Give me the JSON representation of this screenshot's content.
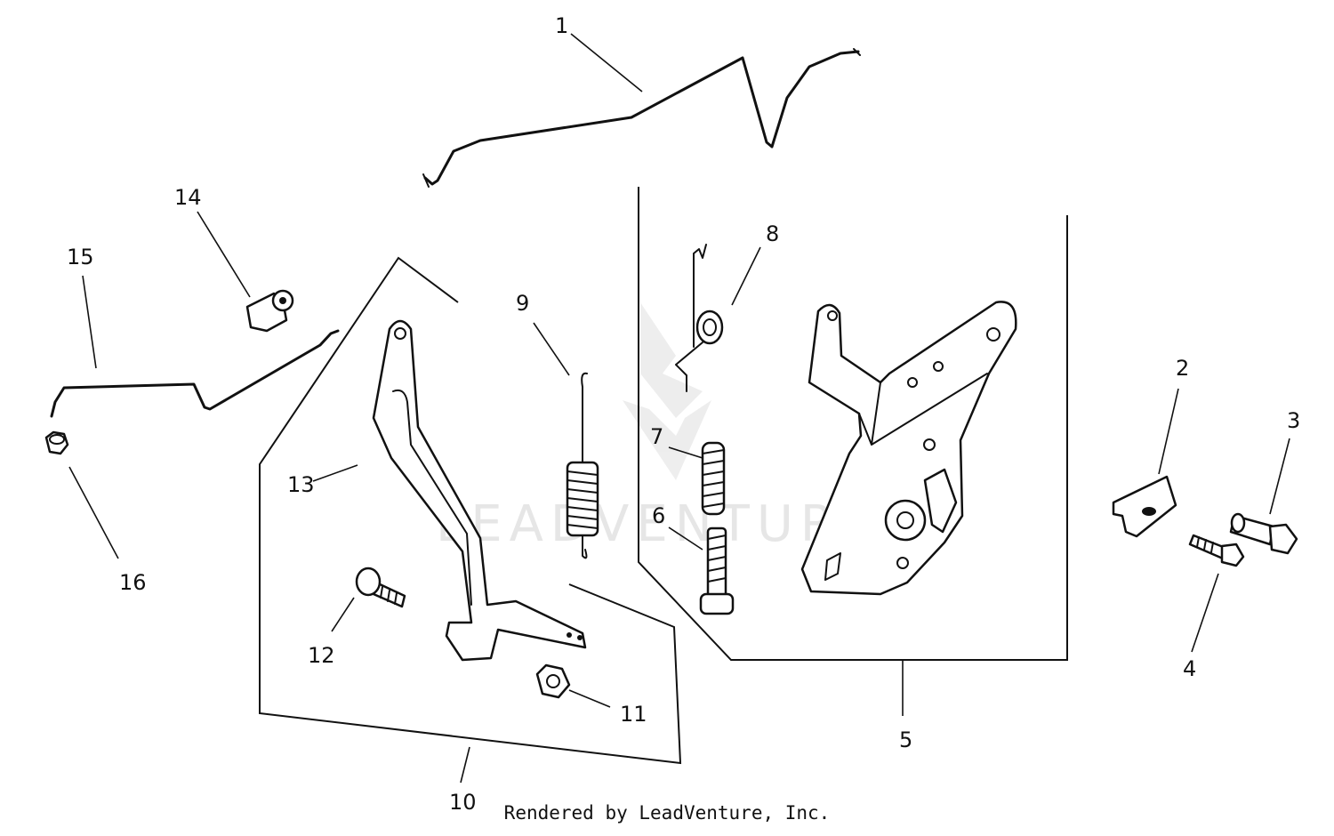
{
  "watermark": "LEADVENTURE",
  "credit": "Rendered by LeadVenture, Inc.",
  "callouts": {
    "c1": "1",
    "c2": "2",
    "c3": "3",
    "c4": "4",
    "c5": "5",
    "c6": "6",
    "c7": "7",
    "c8": "8",
    "c9": "9",
    "c10": "10",
    "c11": "11",
    "c12": "12",
    "c13": "13",
    "c14": "14",
    "c15": "15",
    "c16": "16"
  }
}
